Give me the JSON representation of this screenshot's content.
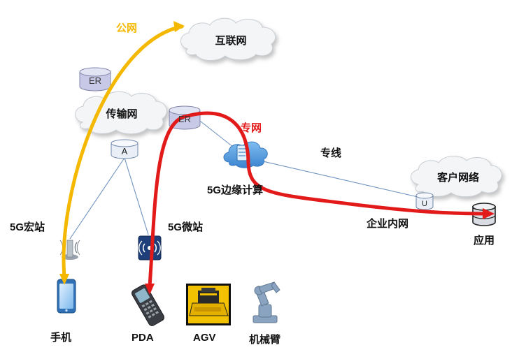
{
  "labels": {
    "public_net": "公网",
    "internet": "互联网",
    "er_top": "ER",
    "transport_net": "传输网",
    "er_mid": "ER",
    "private_net": "专网",
    "agg_a": "A",
    "dedicated_line": "专线",
    "customer_net": "客户网络",
    "upf_u": "U",
    "mec": "5G边缘计算",
    "macro_station": "5G宏站",
    "micro_station": "5G微站",
    "enterprise_lan": "企业内网",
    "application": "应用",
    "phone": "手机",
    "pda": "PDA",
    "agv": "AGV",
    "robot_arm": "机械臂"
  },
  "colors": {
    "public_path": "#f5b800",
    "private_path": "#e21a1a",
    "link_line": "#6f93bf",
    "cloud_fill": "#f3f5f7",
    "cylinder_fill": "#e9eef7",
    "cylinder_top": "#f6f8fc",
    "er_fill": "#c8c9e6"
  }
}
